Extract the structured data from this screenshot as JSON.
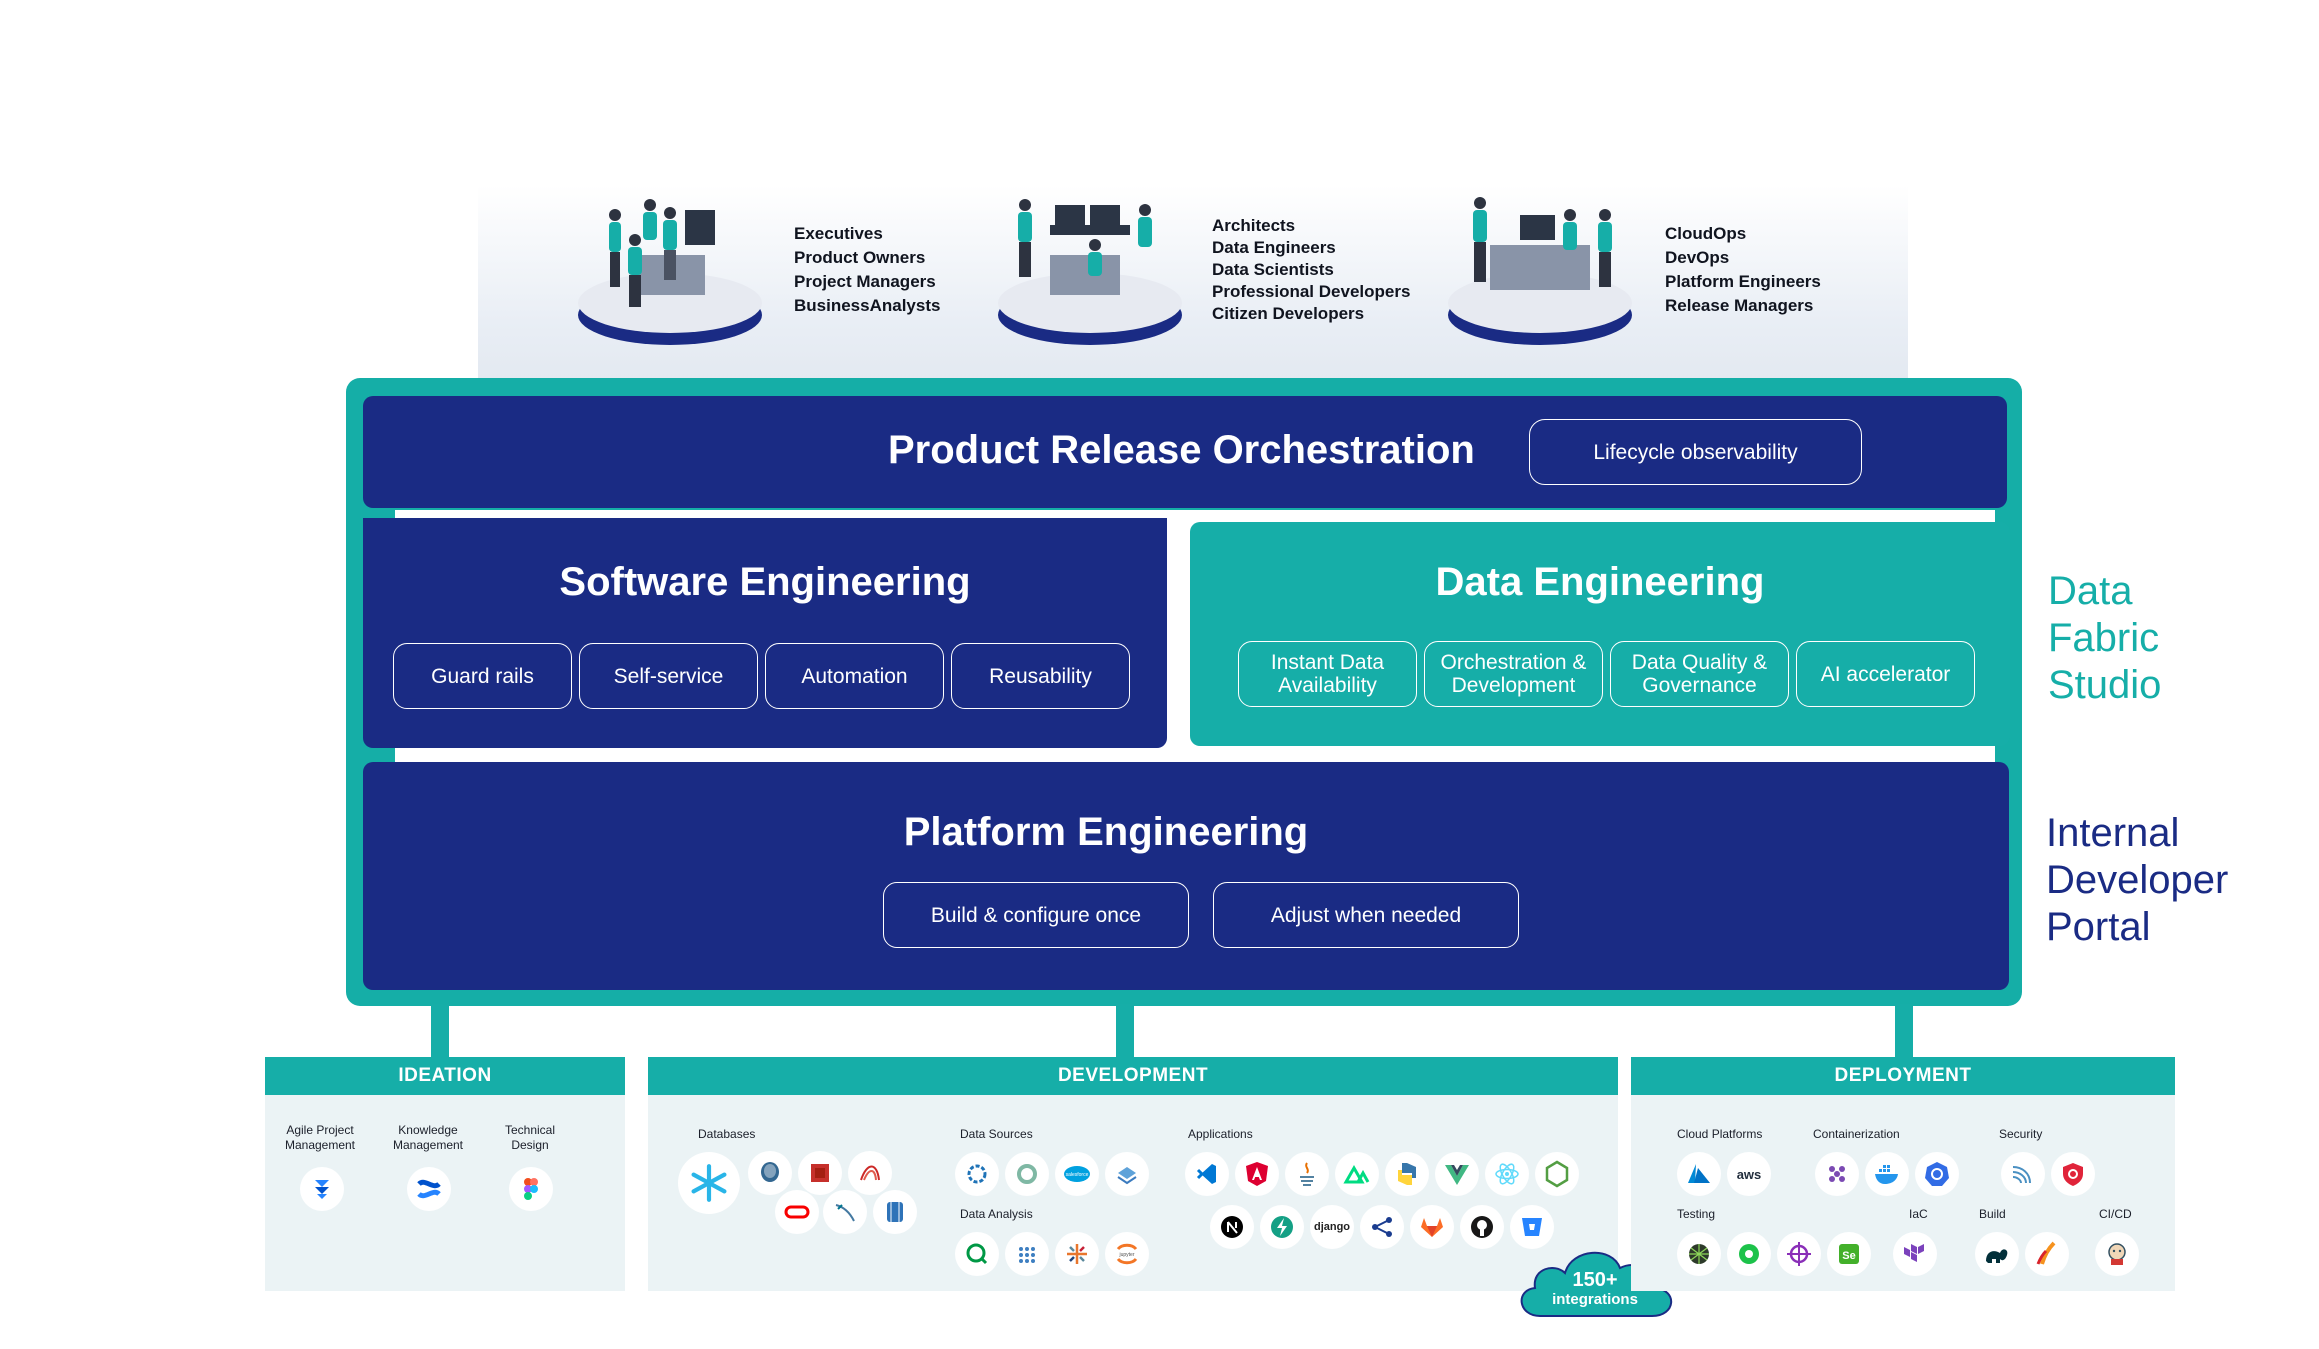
{
  "personas": [
    {
      "roles": [
        "Executives",
        "Product Owners",
        "Project Managers",
        "BusinessAnalysts"
      ]
    },
    {
      "roles": [
        "Architects",
        "Data Engineers",
        "Data Scientists",
        "Professional Developers",
        "Citizen Developers"
      ]
    },
    {
      "roles": [
        "CloudOps",
        "DevOps",
        "Platform Engineers",
        "Release Managers"
      ]
    }
  ],
  "product_release": {
    "title": "Product Release Orchestration",
    "pill": "Lifecycle observability"
  },
  "software_engineering": {
    "title": "Software Engineering",
    "pills": [
      "Guard rails",
      "Self-service",
      "Automation",
      "Reusability"
    ]
  },
  "data_engineering": {
    "title": "Data Engineering",
    "pills": [
      "Instant Data\nAvailability",
      "Orchestration &\nDevelopment",
      "Data Quality &\nGovernance",
      "AI accelerator"
    ]
  },
  "platform_engineering": {
    "title": "Platform Engineering",
    "pills": [
      "Build & configure once",
      "Adjust when needed"
    ]
  },
  "side_labels": {
    "data_fabric": "Data\nFabric\nStudio",
    "idp": "Internal\nDeveloper\nPortal"
  },
  "colors": {
    "navy": "#1a2b84",
    "teal": "#16aea8",
    "panel_bg": "#ebf3f5"
  },
  "ideation": {
    "header": "IDEATION",
    "categories": [
      "Agile Project\nManagement",
      "Knowledge\nManagement",
      "Technical\nDesign"
    ],
    "icons": [
      "jira-icon",
      "confluence-icon",
      "figma-icon"
    ]
  },
  "development": {
    "header": "DEVELOPMENT",
    "categories": {
      "databases": "Databases",
      "data_sources": "Data Sources",
      "data_analysis": "Data Analysis",
      "applications": "Applications"
    },
    "database_icons": [
      "snowflake-icon",
      "postgresql-icon",
      "redis-icon",
      "sqlserver-icon",
      "oracle-icon",
      "mysql-icon",
      "dynamodb-icon"
    ],
    "data_source_icons": [
      "openai-icon",
      "circle-icon",
      "salesforce-icon",
      "stack-icon"
    ],
    "data_analysis_icons": [
      "qlik-icon",
      "dots-icon",
      "tableau-icon",
      "jupyter-icon"
    ],
    "application_icons": [
      "vscode-icon",
      "angular-icon",
      "java-icon",
      "nuxt-icon",
      "python-icon",
      "vue-icon",
      "react-icon",
      "nodejs-icon",
      "nextjs-icon",
      "bolt-icon",
      "django-icon",
      "share-icon",
      "gitlab-icon",
      "github-icon",
      "bitbucket-icon"
    ],
    "salesforce_text": "salesforce",
    "jupyter_text": "jupyter",
    "django_text": "django"
  },
  "integrations_badge": {
    "count": "150+",
    "label": "integrations"
  },
  "deployment": {
    "header": "DEPLOYMENT",
    "categories": {
      "cloud": "Cloud Platforms",
      "containerization": "Containerization",
      "security": "Security",
      "testing": "Testing",
      "iac": "IaC",
      "build": "Build",
      "cicd": "CI/CD"
    },
    "aws_text": "aws",
    "selenium_text": "Se",
    "icons": [
      "azure-icon",
      "aws-icon",
      "pods-icon",
      "docker-icon",
      "kubernetes-icon",
      "security-wave-icon",
      "shield-icon",
      "grid-ball-icon",
      "gear-icon",
      "helm-icon",
      "selenium-icon",
      "terraform-icon",
      "gradle-icon",
      "maven-icon",
      "jenkins-icon"
    ]
  }
}
